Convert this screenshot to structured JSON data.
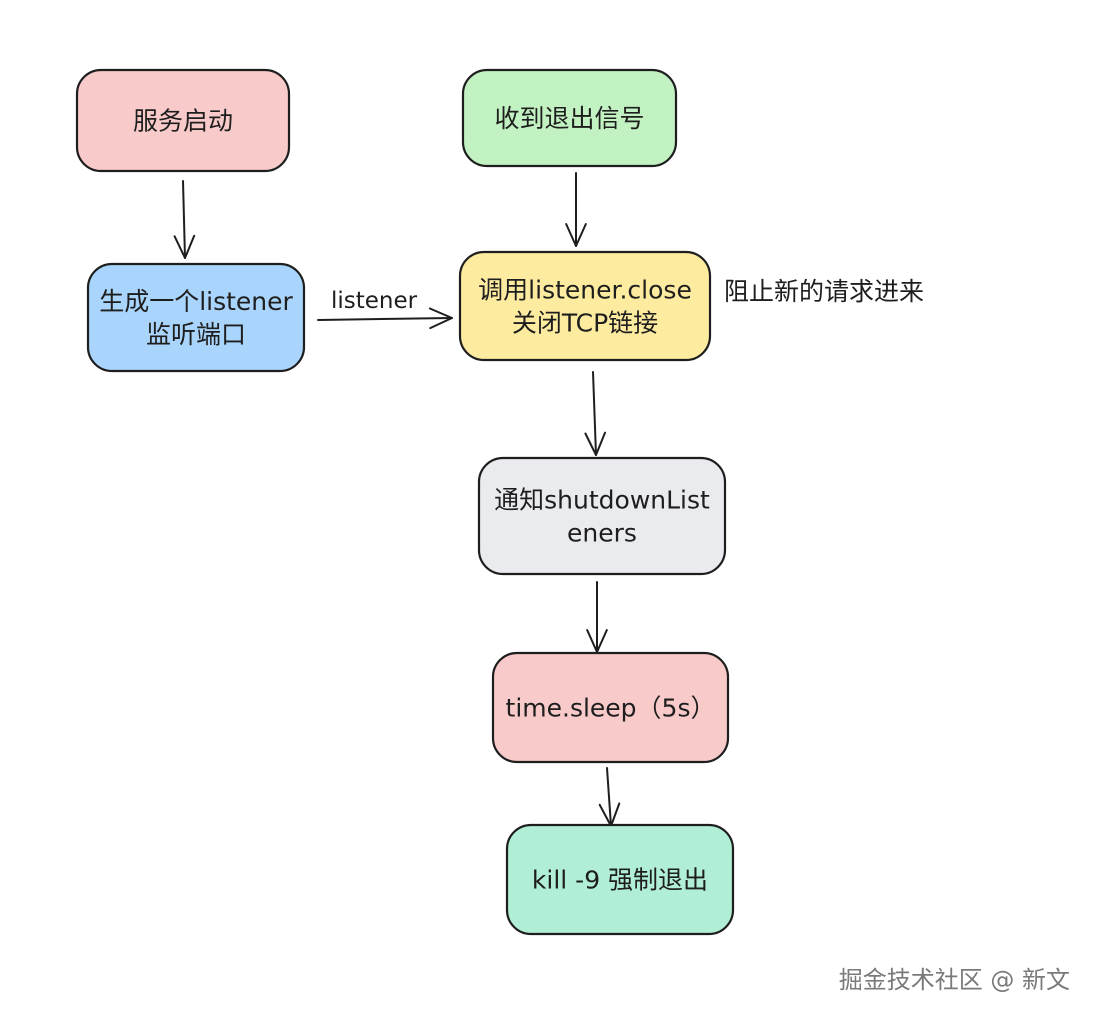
{
  "nodes": [
    {
      "id": "service_start",
      "lines": [
        "服务启动"
      ],
      "fill": "#f8caca"
    },
    {
      "id": "create_listener",
      "lines": [
        "生成一个listener",
        "监听端口"
      ],
      "fill": "#a9d4fb"
    },
    {
      "id": "exit_signal",
      "lines": [
        "收到退出信号"
      ],
      "fill": "#c2f2c2"
    },
    {
      "id": "close_listener",
      "lines": [
        "调用listener.close",
        "关闭TCP链接"
      ],
      "fill": "#fdeca0"
    },
    {
      "id": "notify_listeners",
      "lines": [
        "通知shutdownList",
        "eners"
      ],
      "fill": "#e9ebee"
    },
    {
      "id": "sleep",
      "lines": [
        "time.sleep（5s）"
      ],
      "fill": "#f8caca"
    },
    {
      "id": "kill",
      "lines": [
        "kill -9 强制退出"
      ],
      "fill": "#b0eed6"
    }
  ],
  "edges": [
    {
      "from": "service_start",
      "to": "create_listener",
      "label": ""
    },
    {
      "from": "create_listener",
      "to": "close_listener",
      "label": "listener"
    },
    {
      "from": "exit_signal",
      "to": "close_listener",
      "label": ""
    },
    {
      "from": "close_listener",
      "to": "notify_listeners",
      "label": ""
    },
    {
      "from": "notify_listeners",
      "to": "sleep",
      "label": ""
    },
    {
      "from": "sleep",
      "to": "kill",
      "label": ""
    }
  ],
  "annotation": "阻止新的请求进来",
  "watermark": "掘金技术社区 @ 新文"
}
